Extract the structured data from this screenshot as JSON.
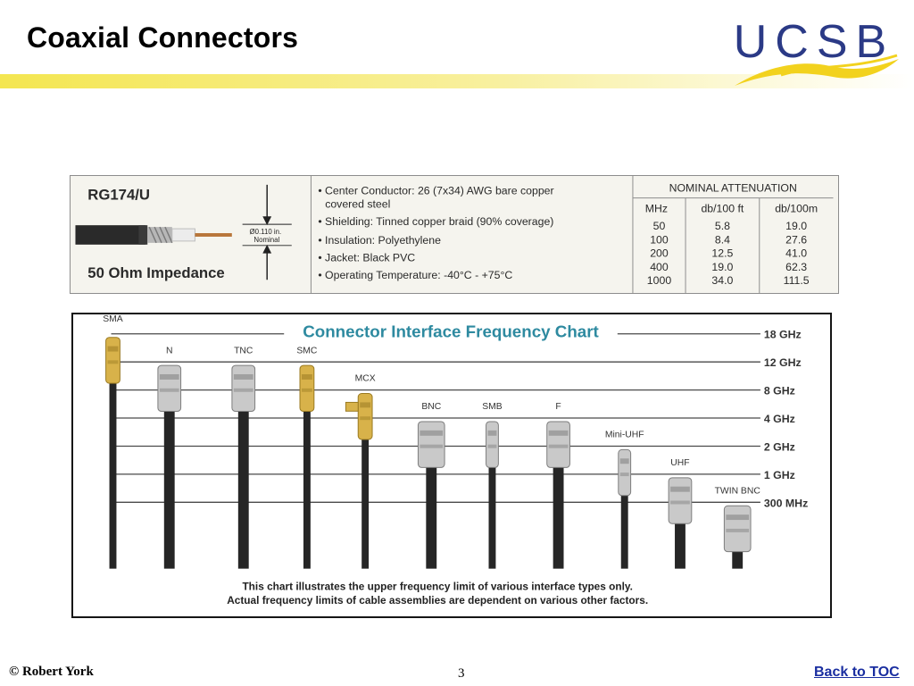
{
  "slide": {
    "title": "Coaxial Connectors"
  },
  "logo": {
    "text": "UCSB"
  },
  "colors": {
    "title_bar": "#f6ec6e",
    "logo_navy": "#2b3a86",
    "logo_gold": "#f2d21e",
    "link": "#1a2ea0"
  },
  "spec": {
    "cable_name": "RG174/U",
    "impedance": "50 Ohm Impedance",
    "diameter": "Ø0.110 in.",
    "diameter_note": "Nominal",
    "bullets": [
      "• Center Conductor: 26 (7x34) AWG bare copper",
      "covered steel",
      "• Shielding: Tinned copper braid (90% coverage)",
      "• Insulation: Polyethylene",
      "• Jacket: Black PVC",
      "• Operating Temperature: -40°C - +75°C"
    ],
    "attenuation": {
      "title": "NOMINAL ATTENUATION",
      "headers": [
        "MHz",
        "db/100 ft",
        "db/100m"
      ],
      "rows": [
        [
          "50",
          "5.8",
          "19.0"
        ],
        [
          "100",
          "8.4",
          "27.6"
        ],
        [
          "200",
          "12.5",
          "41.0"
        ],
        [
          "400",
          "19.0",
          "62.3"
        ],
        [
          "1000",
          "34.0",
          "111.5"
        ]
      ]
    }
  },
  "freq_chart": {
    "title": "Connector Interface Frequency Chart",
    "levels": [
      "18 GHz",
      "12 GHz",
      "8 GHz",
      "4 GHz",
      "2 GHz",
      "1 GHz",
      "300 MHz"
    ],
    "connectors": [
      {
        "name": "SMA",
        "limit": "18 GHz"
      },
      {
        "name": "N",
        "limit": "12 GHz"
      },
      {
        "name": "TNC",
        "limit": "12 GHz"
      },
      {
        "name": "SMC",
        "limit": "12 GHz"
      },
      {
        "name": "MCX",
        "limit": "8 GHz"
      },
      {
        "name": "BNC",
        "limit": "4 GHz"
      },
      {
        "name": "SMB",
        "limit": "4 GHz"
      },
      {
        "name": "F",
        "limit": "4 GHz"
      },
      {
        "name": "Mini-UHF",
        "limit": "2 GHz"
      },
      {
        "name": "UHF",
        "limit": "1 GHz"
      },
      {
        "name": "TWIN BNC",
        "limit": "300 MHz"
      }
    ],
    "note_line1": "This chart illustrates the upper frequency limit of various interface types only.",
    "note_line2": "Actual frequency limits of cable assemblies are dependent on various other factors."
  },
  "footer": {
    "copyright": "© Robert York",
    "page_number": "3",
    "back_link": "Back to TOC"
  }
}
